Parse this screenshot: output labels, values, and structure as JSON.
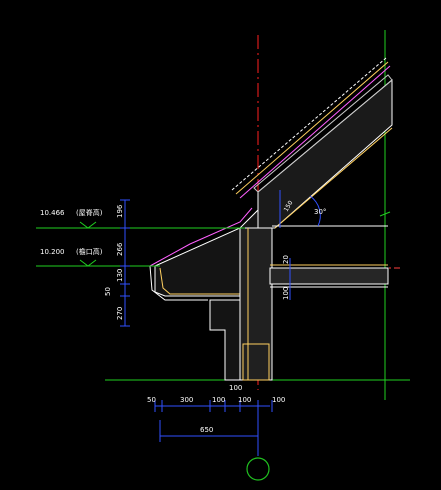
{
  "colors": {
    "background": "#000000",
    "axis": "#ff2020",
    "dimension": "#3050ff",
    "annotation": "#ffffff",
    "structure": "#ffffff",
    "hatch": "#c8c8c8",
    "insulation": "#ffd060",
    "finish": "#ff60ff",
    "leader": "#20d020",
    "marker": "#20c020",
    "ceiling": "#ff4040"
  },
  "elevations": [
    {
      "value": "10.466",
      "label": "(屋脊高)"
    },
    {
      "value": "10.200",
      "label": "(檐口高)"
    }
  ],
  "vertical_dims": [
    "196",
    "266",
    "130",
    "50",
    "270"
  ],
  "roof_angle": "30°",
  "slab_dims": [
    "20",
    "100",
    "150"
  ],
  "bottom_dims": [
    "50",
    "300",
    "100",
    "100",
    "100"
  ],
  "total_dim": "650",
  "small_dim": "100"
}
